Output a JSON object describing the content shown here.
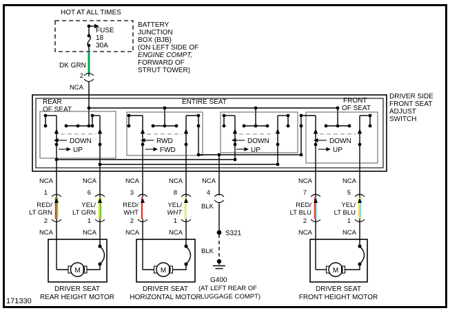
{
  "page": {
    "diagram_number": "171330"
  },
  "power_feed": {
    "hot_label": "HOT AT ALL TIMES",
    "fuse": {
      "name": "FUSE",
      "number": "18",
      "rating": "30A"
    },
    "bjb": {
      "l1": "BATTERY",
      "l2": "JUNCTION",
      "l3": "BOX (BJB)",
      "l4": "(ON LEFT SIDE OF",
      "l5": "ENGINE COMPT,",
      "l6": "FORWARD OF",
      "l7": "STRUT TOWER)"
    },
    "wire_color_label": "DK GRN",
    "wire_color_hex": "#00a550",
    "connector_pin": "2",
    "circuit_label": "NCA"
  },
  "switch_box": {
    "region_rear_l1": "REAR",
    "region_rear_l2": "OF SEAT",
    "region_entire": "ENTIRE SEAT",
    "region_front_l1": "FRONT",
    "region_front_l2": "OF SEAT",
    "name_l1": "DRIVER SIDE",
    "name_l2": "FRONT SEAT",
    "name_l3": "ADJUST",
    "name_l4": "SWITCH",
    "sections": [
      {
        "dir_left": "DOWN",
        "dir_right": "UP"
      },
      {
        "dir_left": "RWD",
        "dir_right": "FWD"
      },
      {
        "dir_left": "DOWN",
        "dir_right": "UP"
      },
      {
        "dir_left": "DOWN",
        "dir_right": "UP"
      }
    ]
  },
  "wires": [
    {
      "nca_top": "NCA",
      "pin_top": "1",
      "color_l1": "RED/",
      "color_l2": "LT GRN",
      "pin_bottom": "2",
      "nca_bottom": "NCA",
      "base_hex": "#e63323",
      "stripe_hex": "#7dc242"
    },
    {
      "nca_top": "NCA",
      "pin_top": "6",
      "color_l1": "YEL/",
      "color_l2": "LT GRN",
      "pin_bottom": "1",
      "nca_bottom": "NCA",
      "base_hex": "#dfe32b",
      "stripe_hex": "#7dc242"
    },
    {
      "nca_top": "NCA",
      "pin_top": "3",
      "color_l1": "RED/",
      "color_l2": "WHT",
      "pin_bottom": "2",
      "nca_bottom": "NCA",
      "base_hex": "#e63323",
      "stripe_hex": "#f2f2f2"
    },
    {
      "nca_top": "NCA",
      "pin_top": "8",
      "color_l1": "YEL/",
      "color_l2": "WHT",
      "pin_bottom": "1",
      "nca_bottom": "NCA",
      "base_hex": "#efe934",
      "stripe_hex": "#f2f2f2"
    },
    {
      "nca_top": "NCA",
      "pin_top": "7",
      "color_l1": "RED/",
      "color_l2": "LT BLU",
      "pin_bottom": "2",
      "nca_bottom": "NCA",
      "base_hex": "#e63323",
      "stripe_hex": "#9bd7ef"
    },
    {
      "nca_top": "NCA",
      "pin_top": "5",
      "color_l1": "YEL/",
      "color_l2": "LT BLU",
      "pin_bottom": "1",
      "nca_bottom": "NCA",
      "base_hex": "#efe934",
      "stripe_hex": "#8fd8e8"
    }
  ],
  "ground_wire": {
    "nca_top": "NCA",
    "pin_top": "4",
    "color_label_upper": "BLK",
    "splice_label": "S321",
    "color_label_lower": "BLK",
    "ground_label": "G400",
    "location_l1": "(AT LEFT REAR OF",
    "location_l2": "LUGGAGE COMPT)"
  },
  "motors": [
    {
      "symbol": "M",
      "label_l1": "DRIVER SEAT",
      "label_l2": "REAR HEIGHT MOTOR"
    },
    {
      "symbol": "M",
      "label_l1": "DRIVER SEAT",
      "label_l2": "HORIZONTAL MOTOR"
    },
    {
      "symbol": "M",
      "label_l1": "DRIVER SEAT",
      "label_l2": "FRONT HEIGHT MOTOR"
    }
  ]
}
